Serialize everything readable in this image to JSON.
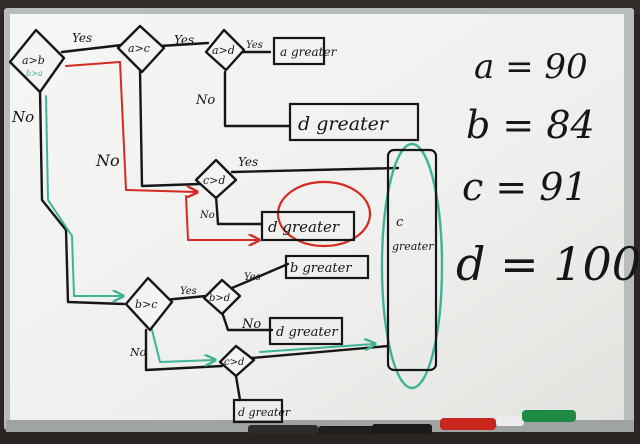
{
  "diamonds": {
    "ab": "a>b",
    "ab_sub": "b>a",
    "ac": "a>c",
    "ad": "a>d",
    "cd": "c>d",
    "bc": "b>c",
    "bd": "b>d",
    "cd2": "c>d"
  },
  "branch_labels": {
    "yes1": "Yes",
    "yes2": "Yes",
    "yes3": "Yes",
    "yes4": "Yes",
    "yes5": "Yes",
    "yes6": "Yes",
    "no1": "No",
    "no2": "No",
    "no3": "No",
    "no4": "No",
    "no5": "No",
    "no6": "No"
  },
  "results": {
    "a_greater": "a greater",
    "d_greater_1": "d greater",
    "d_greater_2": "d greater",
    "b_greater": "b greater",
    "d_greater_3": "d greater",
    "d_greater_4": "d greater",
    "c_greater_1": "c",
    "c_greater_2": "greater"
  },
  "values": {
    "a": "a = 90",
    "b": "b = 84",
    "c": "c = 91",
    "d": "d = 100"
  },
  "colors": {
    "ink": "#161616",
    "red": "#d32a22",
    "teal": "#3db39a",
    "board": "#f1f1ef"
  }
}
